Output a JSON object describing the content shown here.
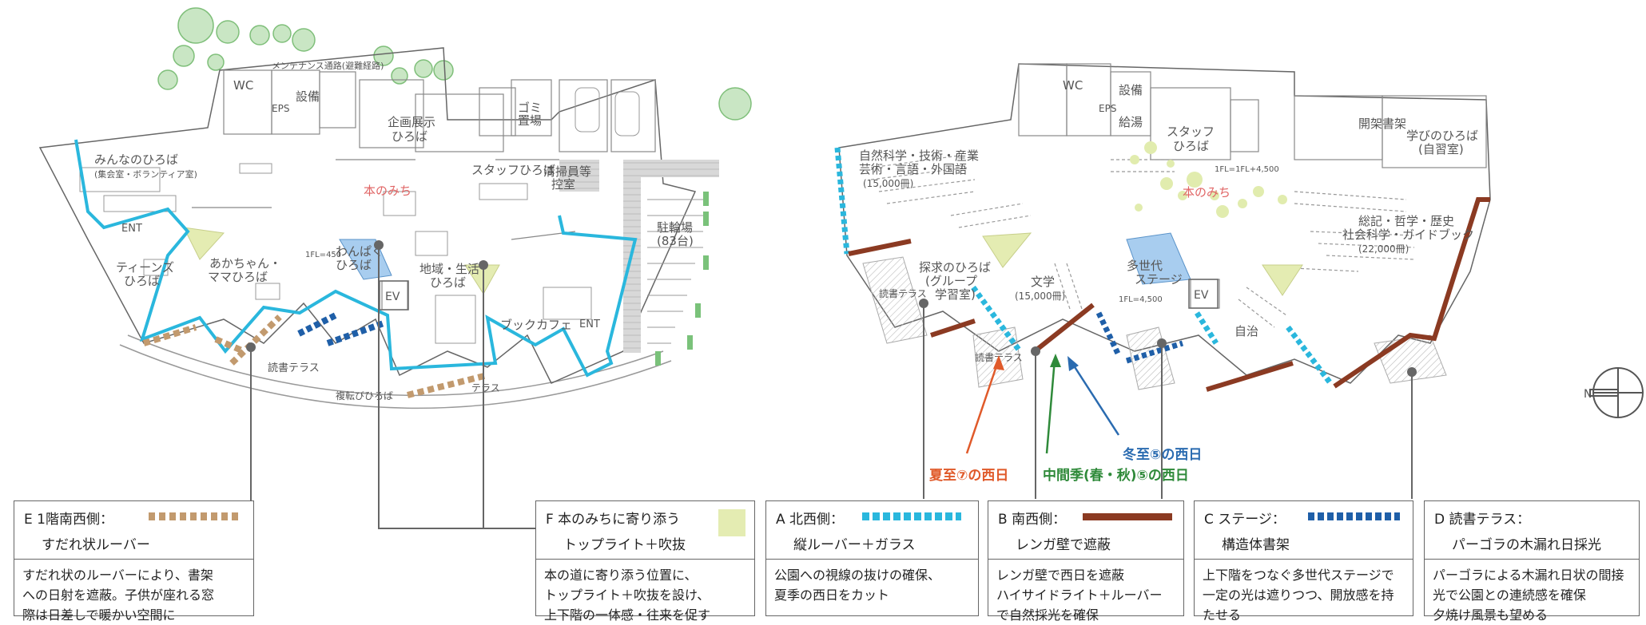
{
  "colors": {
    "louver_tan": "#c29a6e",
    "glass_cyan": "#2ab7dd",
    "brick_brown": "#8b3a22",
    "shelf_navy": "#1f5fa8",
    "toplight_yellow": "#e4ecb2",
    "summer_arrow": "#e05a2a",
    "mid_arrow": "#2f8a3a",
    "winter_arrow": "#2a6bb0"
  },
  "plan_labels": {
    "hon_no_michi_1": "本のみち",
    "hon_no_michi_2": "本のみち",
    "maintenance_road": "メンテナンス通路(避難経路)",
    "wc1": "WC",
    "eps1": "EPS",
    "setsubi1": "設備",
    "kikaku": "企画展示",
    "kikaku2": "ひろば",
    "minna": "みんなのひろば",
    "minna2": "(集会室・ボランティア室)",
    "ent1": "ENT",
    "teens": "ティーンズ",
    "teens2": "ひろば",
    "akachan": "あかちゃん・",
    "akachan2": "ママひろば",
    "wanpaku": "わんぱく",
    "wanpaku2": "ひろば",
    "chiiki": "地域・生活",
    "chiiki2": "ひろば",
    "bookcafe": "ブックカフェ",
    "ent2": "ENT",
    "staff1": "スタッフひろば",
    "seisou": "清掃員等",
    "seisou2": "控室",
    "gomi": "ゴミ",
    "gomi2": "置場",
    "parking": "駐輪場",
    "parking2": "(83台)",
    "dokusho1": "読書テラス",
    "dokusho_terrace_1f": "テラス",
    "ev1": "EV",
    "fukanbi": "複転びひろば",
    "wc2": "WC",
    "eps2": "EPS",
    "setsubi2": "設備",
    "kyuto": "給湯",
    "staff2": "スタッフ",
    "staff2b": "ひろば",
    "kaika": "開架書架",
    "manabi": "学びのひろば",
    "manabi2": "(自習室)",
    "shizen": "自然科学・技術・産業",
    "shizen2": "芸術・言語・外国語",
    "shizen3": "(15,000冊)",
    "sougou": "総記・哲学・歴史",
    "sougou2": "社会科学・ガイドブック",
    "sougou3": "(22,000冊)",
    "tankyu": "探求のひろば",
    "tankyu2": "(グループ",
    "tankyu3": "学習室)",
    "bungaku": "文学",
    "bungaku2": "(15,000冊)",
    "tasedai": "多世代",
    "tasedai2": "ステージ",
    "ev2": "EV",
    "jichi": "自治",
    "dokusho2": "読書テラス",
    "dokusho3": "読書テラス",
    "fl1": "1FL=450",
    "fl2": "1FL=1FL+4,500",
    "fl3": "1FL=4,500",
    "north": "N"
  },
  "arrows": {
    "summer": "夏至⑦の西日",
    "mid": "中間季(春・秋)⑤の西日",
    "winter": "冬至⑤の西日"
  },
  "legend": {
    "E": {
      "title": "E 1階南西側：",
      "sub": "すだれ状ルーバー",
      "body": [
        "すだれ状のルーバーにより、書架",
        "への日射を遮蔽。子供が座れる窓",
        "際は日差しで暖かい空間に"
      ]
    },
    "F": {
      "title": "F 本のみちに寄り添う",
      "sub": "トップライト＋吹抜",
      "body": [
        "本の道に寄り添う位置に、",
        "トップライト＋吹抜を設け、",
        "上下階の一体感・往来を促す"
      ]
    },
    "A": {
      "title": "A 北西側：",
      "sub": "縦ルーバー＋ガラス",
      "body": [
        "公園への視線の抜けの確保、",
        "夏季の西日をカット"
      ]
    },
    "B": {
      "title": "B 南西側：",
      "sub": "レンガ壁で遮蔽",
      "body": [
        "レンガ壁で西日を遮蔽",
        "ハイサイドライト＋ルーバー",
        "で自然採光を確保"
      ]
    },
    "C": {
      "title": "C ステージ：",
      "sub": "構造体書架",
      "body": [
        "上下階をつなぐ多世代ステージで",
        "一定の光は遮りつつ、開放感を持",
        "たせる"
      ]
    },
    "D": {
      "title": "D 読書テラス：",
      "sub": "パーゴラの木漏れ日採光",
      "body": [
        "パーゴラによる木漏れ日状の間接",
        "光で公園との連続感を確保",
        "夕焼け風景も望める"
      ]
    }
  }
}
